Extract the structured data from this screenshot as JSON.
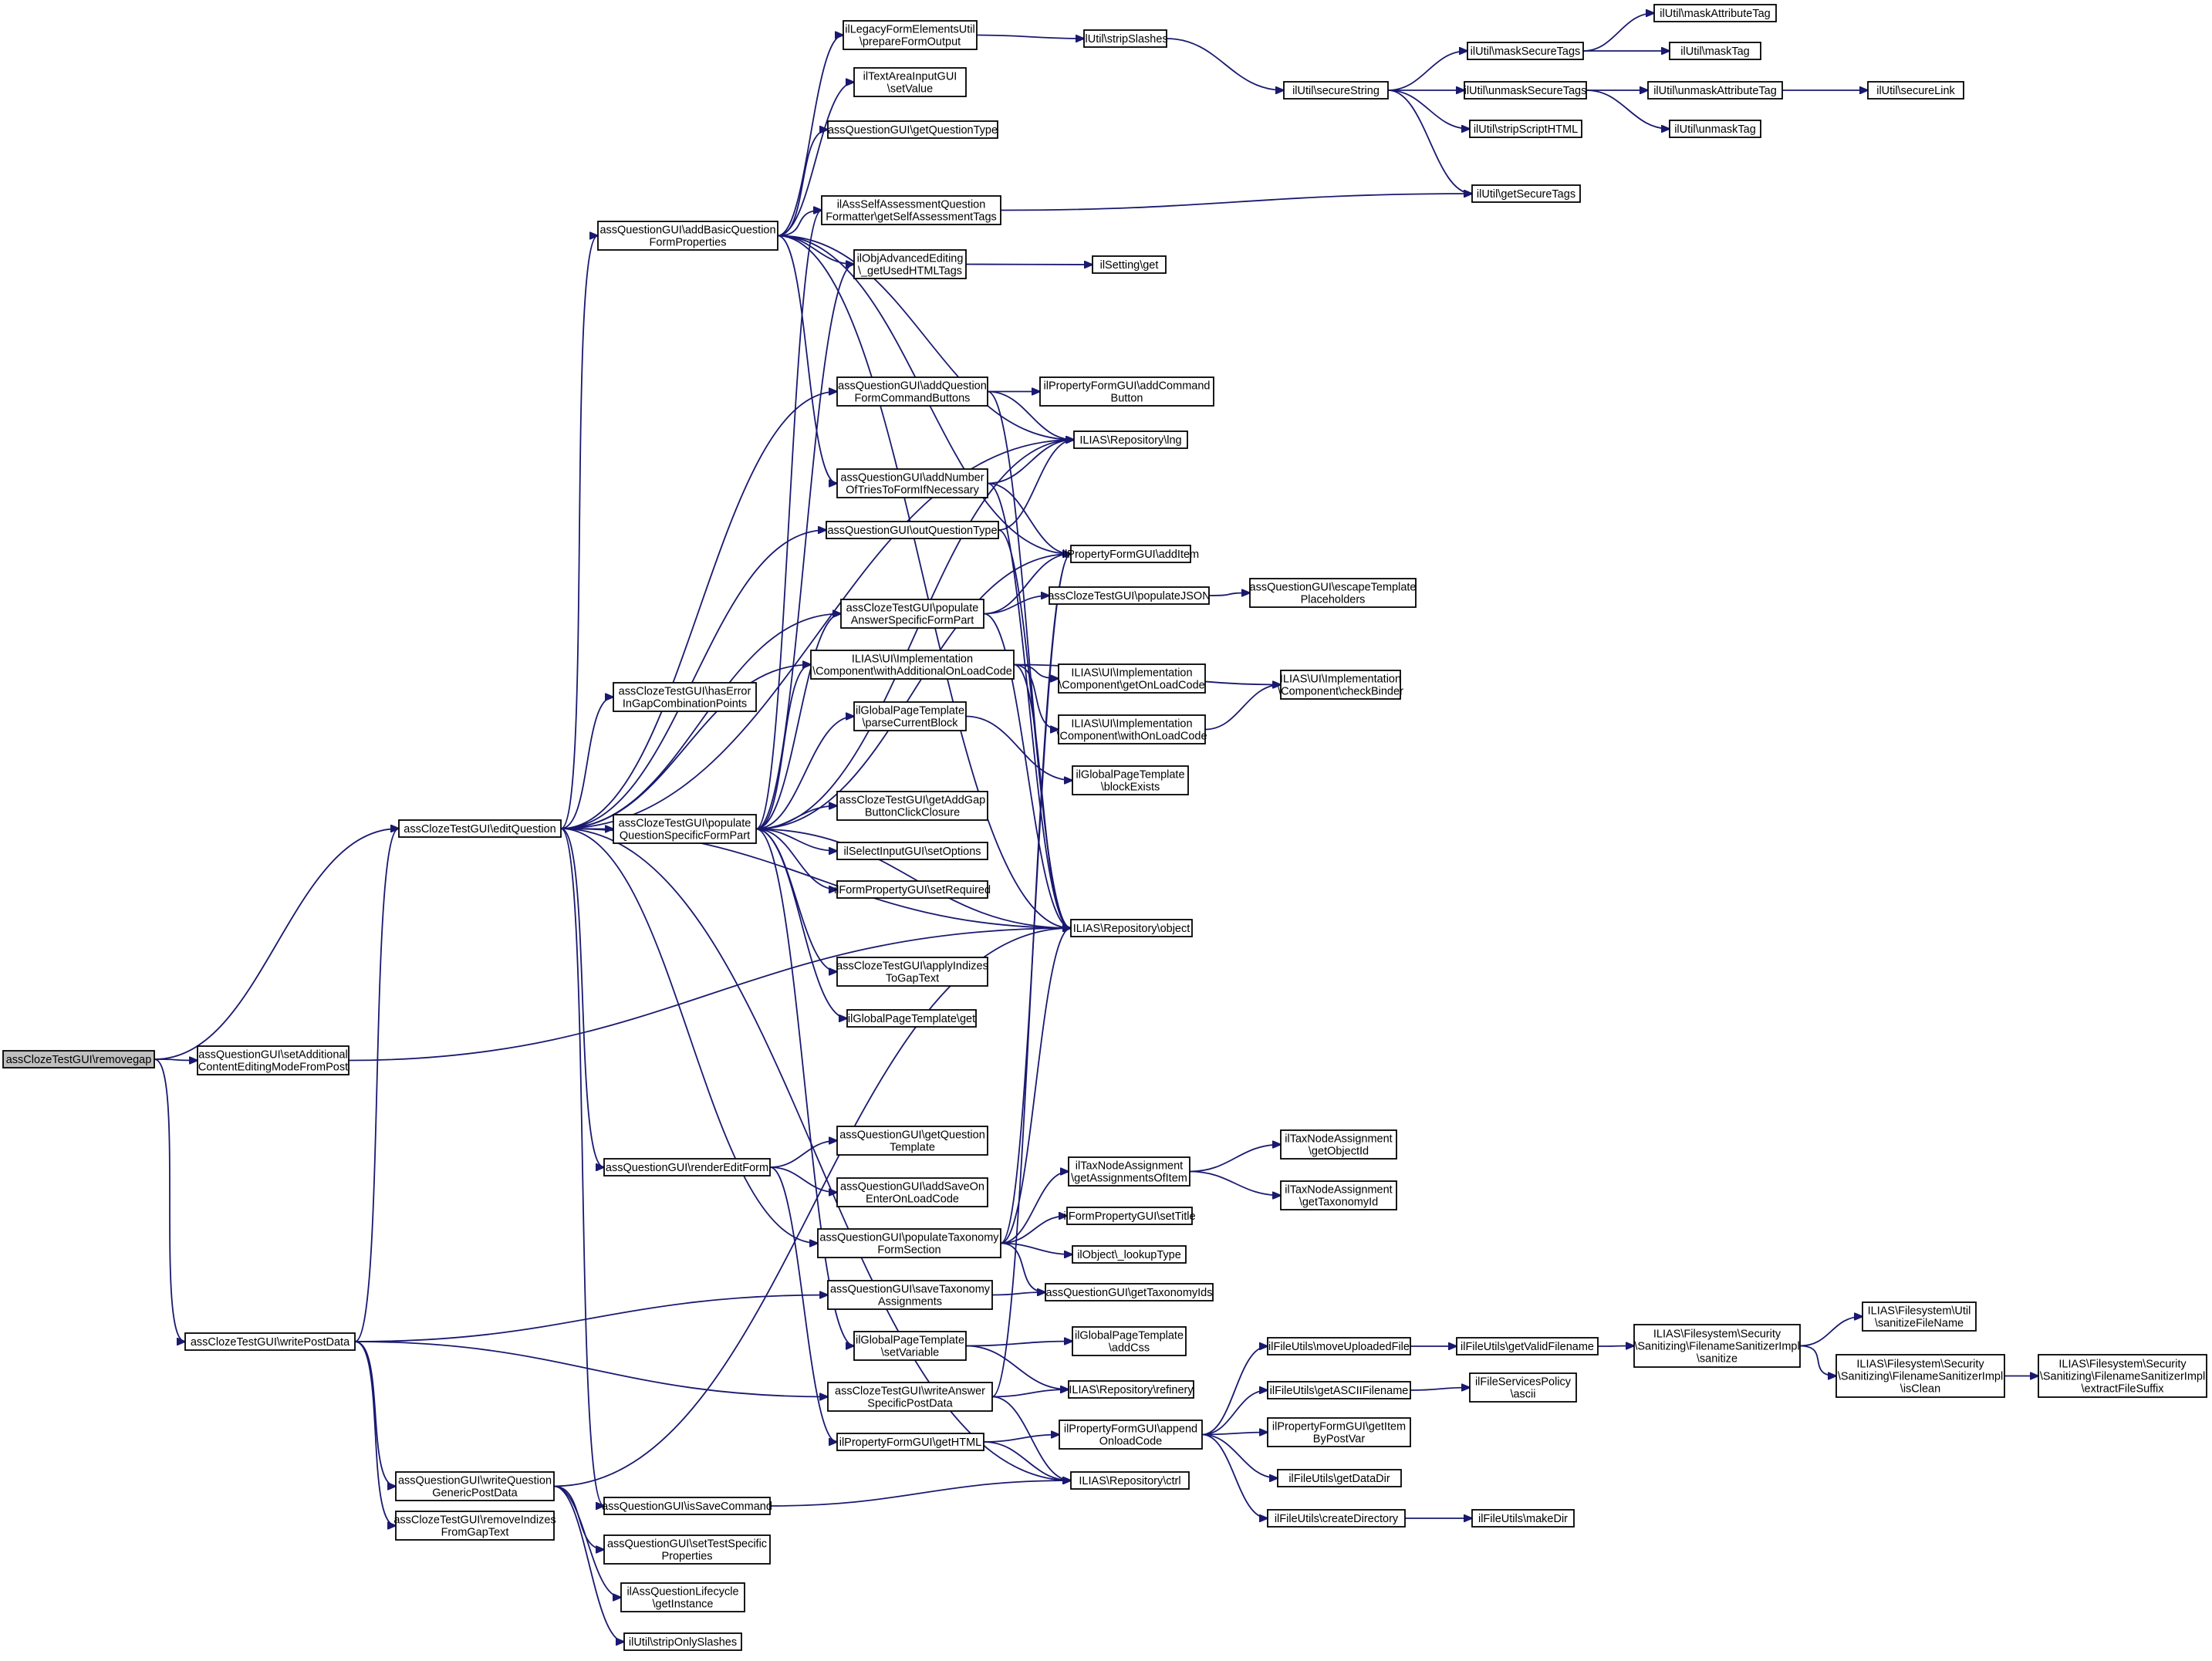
{
  "diagram": {
    "colors": {
      "edge": "#191970",
      "node_border": "#000000",
      "node_fill": "#ffffff",
      "root_fill": "#bfbfbf"
    },
    "nodes": [
      {
        "id": "n0",
        "lines": [
          "assClozeTestGUI\\removegap"
        ],
        "root": true
      },
      {
        "id": "n1",
        "lines": [
          "assClozeTestGUI\\editQuestion"
        ]
      },
      {
        "id": "n2",
        "lines": [
          "assQuestionGUI\\setAdditional",
          "ContentEditingModeFromPost"
        ]
      },
      {
        "id": "n3",
        "lines": [
          "assClozeTestGUI\\writePostData"
        ]
      },
      {
        "id": "n4",
        "lines": [
          "assQuestionGUI\\addBasicQuestion",
          "FormProperties"
        ]
      },
      {
        "id": "n5",
        "lines": [
          "assClozeTestGUI\\hasError",
          "InGapCombinationPoints"
        ]
      },
      {
        "id": "n6",
        "lines": [
          "assClozeTestGUI\\populate",
          "QuestionSpecificFormPart"
        ]
      },
      {
        "id": "n7",
        "lines": [
          "assQuestionGUI\\renderEditForm"
        ]
      },
      {
        "id": "n8",
        "lines": [
          "assQuestionGUI\\writeQuestion",
          "GenericPostData"
        ]
      },
      {
        "id": "n9",
        "lines": [
          "assClozeTestGUI\\removeIndizes",
          "FromGapText"
        ]
      },
      {
        "id": "n10",
        "lines": [
          "assQuestionGUI\\isSaveCommand"
        ]
      },
      {
        "id": "n11",
        "lines": [
          "assQuestionGUI\\setTestSpecific",
          "Properties"
        ]
      },
      {
        "id": "n12",
        "lines": [
          "ilAssQuestionLifecycle",
          "\\getInstance"
        ]
      },
      {
        "id": "n13",
        "lines": [
          "ilUtil\\stripOnlySlashes"
        ]
      },
      {
        "id": "n14",
        "lines": [
          "ilLegacyFormElementsUtil",
          "\\prepareFormOutput"
        ]
      },
      {
        "id": "n15",
        "lines": [
          "ilTextAreaInputGUI",
          "\\setValue"
        ]
      },
      {
        "id": "n16",
        "lines": [
          "assQuestionGUI\\getQuestionType"
        ]
      },
      {
        "id": "n17",
        "lines": [
          "ilAssSelfAssessmentQuestion",
          "Formatter\\getSelfAssessmentTags"
        ]
      },
      {
        "id": "n18",
        "lines": [
          "ilObjAdvancedEditing",
          "\\_getUsedHTMLTags"
        ]
      },
      {
        "id": "n19",
        "lines": [
          "assQuestionGUI\\addQuestion",
          "FormCommandButtons"
        ]
      },
      {
        "id": "n20",
        "lines": [
          "assQuestionGUI\\addNumber",
          "OfTriesToFormIfNecessary"
        ]
      },
      {
        "id": "n21",
        "lines": [
          "assQuestionGUI\\outQuestionType"
        ]
      },
      {
        "id": "n22",
        "lines": [
          "assClozeTestGUI\\populate",
          "AnswerSpecificFormPart"
        ]
      },
      {
        "id": "n23",
        "lines": [
          "ILIAS\\UI\\Implementation",
          "\\Component\\withAdditionalOnLoadCode"
        ]
      },
      {
        "id": "n24",
        "lines": [
          "ilGlobalPageTemplate",
          "\\parseCurrentBlock"
        ]
      },
      {
        "id": "n25",
        "lines": [
          "assClozeTestGUI\\getAddGap",
          "ButtonClickClosure"
        ]
      },
      {
        "id": "n26",
        "lines": [
          "ilSelectInputGUI\\setOptions"
        ]
      },
      {
        "id": "n27",
        "lines": [
          "ilFormPropertyGUI\\setRequired"
        ]
      },
      {
        "id": "n28",
        "lines": [
          "assClozeTestGUI\\applyIndizes",
          "ToGapText"
        ]
      },
      {
        "id": "n29",
        "lines": [
          "ilGlobalPageTemplate\\get"
        ]
      },
      {
        "id": "n30",
        "lines": [
          "assQuestionGUI\\getQuestion",
          "Template"
        ]
      },
      {
        "id": "n31",
        "lines": [
          "assQuestionGUI\\addSaveOn",
          "EnterOnLoadCode"
        ]
      },
      {
        "id": "n32",
        "lines": [
          "assQuestionGUI\\populateTaxonomy",
          "FormSection"
        ]
      },
      {
        "id": "n33",
        "lines": [
          "assQuestionGUI\\saveTaxonomy",
          "Assignments"
        ]
      },
      {
        "id": "n34",
        "lines": [
          "ilGlobalPageTemplate",
          "\\setVariable"
        ]
      },
      {
        "id": "n35",
        "lines": [
          "assClozeTestGUI\\writeAnswer",
          "SpecificPostData"
        ]
      },
      {
        "id": "n36",
        "lines": [
          "ilPropertyFormGUI\\getHTML"
        ]
      },
      {
        "id": "n37",
        "lines": [
          "ilUtil\\stripSlashes"
        ]
      },
      {
        "id": "n38",
        "lines": [
          "ilUtil\\secureString"
        ]
      },
      {
        "id": "n39",
        "lines": [
          "ilUtil\\getSecureTags"
        ]
      },
      {
        "id": "n40",
        "lines": [
          "ilSetting\\get"
        ]
      },
      {
        "id": "n41",
        "lines": [
          "ilPropertyFormGUI\\addCommand",
          "Button"
        ]
      },
      {
        "id": "n42",
        "lines": [
          "ILIAS\\Repository\\lng"
        ]
      },
      {
        "id": "n43",
        "lines": [
          "ilPropertyFormGUI\\addItem"
        ]
      },
      {
        "id": "n44",
        "lines": [
          "assClozeTestGUI\\populateJSON"
        ]
      },
      {
        "id": "n45",
        "lines": [
          "ILIAS\\UI\\Implementation",
          "\\Component\\getOnLoadCode"
        ]
      },
      {
        "id": "n46",
        "lines": [
          "ILIAS\\UI\\Implementation",
          "\\Component\\withOnLoadCode"
        ]
      },
      {
        "id": "n47",
        "lines": [
          "ilGlobalPageTemplate",
          "\\blockExists"
        ]
      },
      {
        "id": "n48",
        "lines": [
          "ILIAS\\Repository\\object"
        ]
      },
      {
        "id": "n49",
        "lines": [
          "ilTaxNodeAssignment",
          "\\getAssignmentsOfItem"
        ]
      },
      {
        "id": "n50",
        "lines": [
          "ilFormPropertyGUI\\setTitle"
        ]
      },
      {
        "id": "n51",
        "lines": [
          "ilObject\\_lookupType"
        ]
      },
      {
        "id": "n52",
        "lines": [
          "assQuestionGUI\\getTaxonomyIds"
        ]
      },
      {
        "id": "n53",
        "lines": [
          "ilGlobalPageTemplate",
          "\\addCss"
        ]
      },
      {
        "id": "n54",
        "lines": [
          "ILIAS\\Repository\\refinery"
        ]
      },
      {
        "id": "n55",
        "lines": [
          "ilPropertyFormGUI\\append",
          "OnloadCode"
        ]
      },
      {
        "id": "n56",
        "lines": [
          "ILIAS\\Repository\\ctrl"
        ]
      },
      {
        "id": "n57",
        "lines": [
          "ilUtil\\maskSecureTags"
        ]
      },
      {
        "id": "n58",
        "lines": [
          "ilUtil\\unmaskSecureTags"
        ]
      },
      {
        "id": "n59",
        "lines": [
          "ilUtil\\stripScriptHTML"
        ]
      },
      {
        "id": "n60",
        "lines": [
          "assQuestionGUI\\escapeTemplate",
          "Placeholders"
        ]
      },
      {
        "id": "n61",
        "lines": [
          "ILIAS\\UI\\Implementation",
          "\\Component\\checkBinder"
        ]
      },
      {
        "id": "n62",
        "lines": [
          "ilTaxNodeAssignment",
          "\\getObjectId"
        ]
      },
      {
        "id": "n63",
        "lines": [
          "ilTaxNodeAssignment",
          "\\getTaxonomyId"
        ]
      },
      {
        "id": "n64",
        "lines": [
          "ilFileUtils\\moveUploadedFile"
        ]
      },
      {
        "id": "n65",
        "lines": [
          "ilFileUtils\\getASCIIFilename"
        ]
      },
      {
        "id": "n66",
        "lines": [
          "ilPropertyFormGUI\\getItem",
          "ByPostVar"
        ]
      },
      {
        "id": "n67",
        "lines": [
          "ilFileUtils\\getDataDir"
        ]
      },
      {
        "id": "n68",
        "lines": [
          "ilFileUtils\\createDirectory"
        ]
      },
      {
        "id": "n69",
        "lines": [
          "ilUtil\\maskAttributeTag"
        ]
      },
      {
        "id": "n70",
        "lines": [
          "ilUtil\\maskTag"
        ]
      },
      {
        "id": "n71",
        "lines": [
          "ilUtil\\unmaskAttributeTag"
        ]
      },
      {
        "id": "n72",
        "lines": [
          "ilUtil\\unmaskTag"
        ]
      },
      {
        "id": "n73",
        "lines": [
          "ilFileUtils\\getValidFilename"
        ]
      },
      {
        "id": "n74",
        "lines": [
          "ilFileServicesPolicy",
          "\\ascii"
        ]
      },
      {
        "id": "n75",
        "lines": [
          "ilFileUtils\\makeDir"
        ]
      },
      {
        "id": "n76",
        "lines": [
          "ilUtil\\secureLink"
        ]
      },
      {
        "id": "n77",
        "lines": [
          "ILIAS\\Filesystem\\Security",
          "\\Sanitizing\\FilenameSanitizerImpl",
          "\\sanitize"
        ]
      },
      {
        "id": "n78",
        "lines": [
          "ILIAS\\Filesystem\\Util",
          "\\sanitizeFileName"
        ]
      },
      {
        "id": "n79",
        "lines": [
          "ILIAS\\Filesystem\\Security",
          "\\Sanitizing\\FilenameSanitizerImpl",
          "\\isClean"
        ]
      },
      {
        "id": "n80",
        "lines": [
          "ILIAS\\Filesystem\\Security",
          "\\Sanitizing\\FilenameSanitizerImpl",
          "\\extractFileSuffix"
        ]
      }
    ],
    "edges": [
      [
        "n0",
        "n1"
      ],
      [
        "n0",
        "n2"
      ],
      [
        "n0",
        "n3"
      ],
      [
        "n1",
        "n4"
      ],
      [
        "n1",
        "n5"
      ],
      [
        "n1",
        "n6"
      ],
      [
        "n1",
        "n7"
      ],
      [
        "n1",
        "n10"
      ],
      [
        "n1",
        "n19"
      ],
      [
        "n1",
        "n21"
      ],
      [
        "n1",
        "n22"
      ],
      [
        "n1",
        "n32"
      ],
      [
        "n1",
        "n42"
      ],
      [
        "n1",
        "n48"
      ],
      [
        "n1",
        "n56"
      ],
      [
        "n1",
        "n23"
      ],
      [
        "n2",
        "n48"
      ],
      [
        "n3",
        "n1"
      ],
      [
        "n3",
        "n8"
      ],
      [
        "n3",
        "n9"
      ],
      [
        "n3",
        "n33"
      ],
      [
        "n3",
        "n35"
      ],
      [
        "n4",
        "n14"
      ],
      [
        "n4",
        "n15"
      ],
      [
        "n4",
        "n16"
      ],
      [
        "n4",
        "n17"
      ],
      [
        "n4",
        "n18"
      ],
      [
        "n4",
        "n20"
      ],
      [
        "n4",
        "n42"
      ],
      [
        "n4",
        "n43"
      ],
      [
        "n4",
        "n48"
      ],
      [
        "n6",
        "n17"
      ],
      [
        "n6",
        "n18"
      ],
      [
        "n6",
        "n22"
      ],
      [
        "n6",
        "n23"
      ],
      [
        "n6",
        "n24"
      ],
      [
        "n6",
        "n25"
      ],
      [
        "n6",
        "n26"
      ],
      [
        "n6",
        "n27"
      ],
      [
        "n6",
        "n28"
      ],
      [
        "n6",
        "n29"
      ],
      [
        "n6",
        "n34"
      ],
      [
        "n6",
        "n42"
      ],
      [
        "n6",
        "n43"
      ],
      [
        "n6",
        "n48"
      ],
      [
        "n7",
        "n30"
      ],
      [
        "n7",
        "n31"
      ],
      [
        "n7",
        "n36"
      ],
      [
        "n8",
        "n11"
      ],
      [
        "n8",
        "n12"
      ],
      [
        "n8",
        "n13"
      ],
      [
        "n8",
        "n48"
      ],
      [
        "n10",
        "n56"
      ],
      [
        "n14",
        "n37"
      ],
      [
        "n37",
        "n38"
      ],
      [
        "n38",
        "n39"
      ],
      [
        "n38",
        "n57"
      ],
      [
        "n38",
        "n58"
      ],
      [
        "n38",
        "n59"
      ],
      [
        "n17",
        "n39"
      ],
      [
        "n18",
        "n40"
      ],
      [
        "n19",
        "n41"
      ],
      [
        "n19",
        "n42"
      ],
      [
        "n19",
        "n48"
      ],
      [
        "n20",
        "n42"
      ],
      [
        "n20",
        "n43"
      ],
      [
        "n20",
        "n48"
      ],
      [
        "n21",
        "n42"
      ],
      [
        "n21",
        "n48"
      ],
      [
        "n22",
        "n43"
      ],
      [
        "n22",
        "n44"
      ],
      [
        "n22",
        "n48"
      ],
      [
        "n23",
        "n45"
      ],
      [
        "n23",
        "n46"
      ],
      [
        "n23",
        "n61"
      ],
      [
        "n23",
        "n48"
      ],
      [
        "n24",
        "n47"
      ],
      [
        "n32",
        "n49"
      ],
      [
        "n32",
        "n50"
      ],
      [
        "n32",
        "n51"
      ],
      [
        "n32",
        "n52"
      ],
      [
        "n32",
        "n43"
      ],
      [
        "n32",
        "n48"
      ],
      [
        "n33",
        "n52"
      ],
      [
        "n34",
        "n53"
      ],
      [
        "n34",
        "n54"
      ],
      [
        "n35",
        "n54"
      ],
      [
        "n35",
        "n56"
      ],
      [
        "n35",
        "n43"
      ],
      [
        "n36",
        "n55"
      ],
      [
        "n36",
        "n56"
      ],
      [
        "n44",
        "n60"
      ],
      [
        "n46",
        "n61"
      ],
      [
        "n49",
        "n62"
      ],
      [
        "n49",
        "n63"
      ],
      [
        "n55",
        "n64"
      ],
      [
        "n55",
        "n65"
      ],
      [
        "n55",
        "n66"
      ],
      [
        "n55",
        "n67"
      ],
      [
        "n55",
        "n68"
      ],
      [
        "n57",
        "n69"
      ],
      [
        "n57",
        "n70"
      ],
      [
        "n58",
        "n71"
      ],
      [
        "n58",
        "n72"
      ],
      [
        "n71",
        "n76"
      ],
      [
        "n64",
        "n73"
      ],
      [
        "n65",
        "n74"
      ],
      [
        "n68",
        "n75"
      ],
      [
        "n73",
        "n77"
      ],
      [
        "n77",
        "n78"
      ],
      [
        "n77",
        "n79"
      ],
      [
        "n79",
        "n80"
      ]
    ]
  }
}
